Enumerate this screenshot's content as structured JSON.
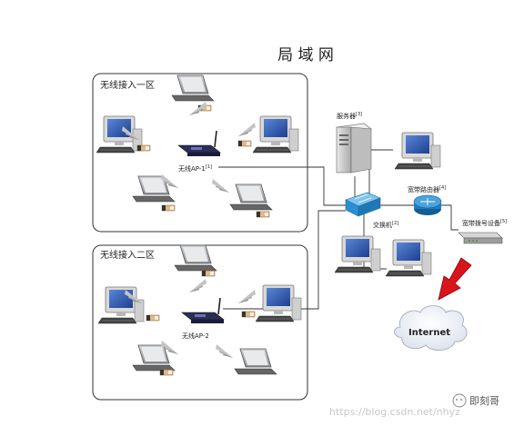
{
  "title": "局 域 网",
  "zones": [
    {
      "label": "无线接入一区"
    },
    {
      "label": "无线接入二区"
    }
  ],
  "devices": {
    "ap1": "无线AP-1",
    "ap1_sup": "[1]",
    "ap2": "无线AP-2",
    "server": "服务器",
    "server_sup": "[3]",
    "switch": "交换机",
    "switch_sup": "[2]",
    "router": "宽带路由器",
    "router_sup": "[4]",
    "modem": "宽带拨号设备",
    "modem_sup": "[5]",
    "internet": "Internet"
  },
  "watermark": {
    "url": "https://blog.csdn.net/nhyz",
    "brand": "即刻哥"
  },
  "colors": {
    "switch": "#2a8fd0",
    "router": "#1f7fc4",
    "arrow": "#d9141b",
    "cloud": "#f4f6fb",
    "zone_border": "#333333"
  }
}
